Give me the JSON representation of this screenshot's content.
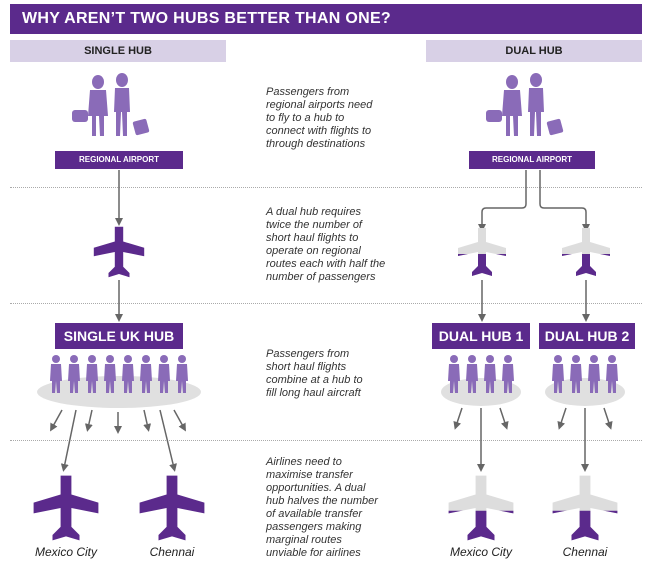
{
  "title": "WHY AREN’T TWO HUBS BETTER THAN ONE?",
  "columns": {
    "single": "SINGLE HUB",
    "dual": "DUAL HUB"
  },
  "regional_airport": "REGIONAL AIRPORT",
  "hubs": {
    "single": "SINGLE UK HUB",
    "dual1": "DUAL HUB 1",
    "dual2": "DUAL HUB 2"
  },
  "notes": [
    "Passengers from\nregional airports need\nto fly to a hub to\nconnect with flights to\nthrough destinations",
    "A dual hub requires\ntwice the number of\nshort haul flights to\noperate on regional\nroutes each with half the\nnumber of passengers",
    "Passengers from\nshort haul flights\ncombine at a hub to\nfill long haul aircraft",
    "Airlines need to\nmaximise transfer\nopportunities. A dual\nhub halves the number\nof available transfer\npassengers making\nmarginal routes\nunviable for airlines"
  ],
  "cities": {
    "left1": "Mexico City",
    "left2": "Chennai",
    "right1": "Mexico City",
    "right2": "Chennai"
  },
  "colors": {
    "purple": "#5b2a8c",
    "lavender": "#d8d0e6",
    "person": "#8a6bb8",
    "plane_light": "#dddddd",
    "ellipse": "#e0e0e0",
    "arrow": "#666666"
  },
  "icons": [
    "traveller-icon",
    "person-icon",
    "plane-icon",
    "half-full-plane-icon"
  ]
}
